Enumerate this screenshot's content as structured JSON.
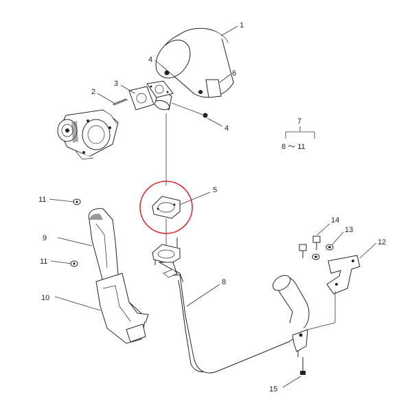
{
  "callouts": {
    "c1": "1",
    "c2": "2",
    "c3": "3",
    "c4a": "4",
    "c4b": "4",
    "c5": "5",
    "c6": "6",
    "c7": "7",
    "c7range": "8 ～ 11",
    "c8": "8",
    "c9": "9",
    "c10": "10",
    "c11a": "11",
    "c11b": "11",
    "c12": "12",
    "c13": "13",
    "c14": "14",
    "c15": "15"
  },
  "highlight_color": "#d9262c"
}
